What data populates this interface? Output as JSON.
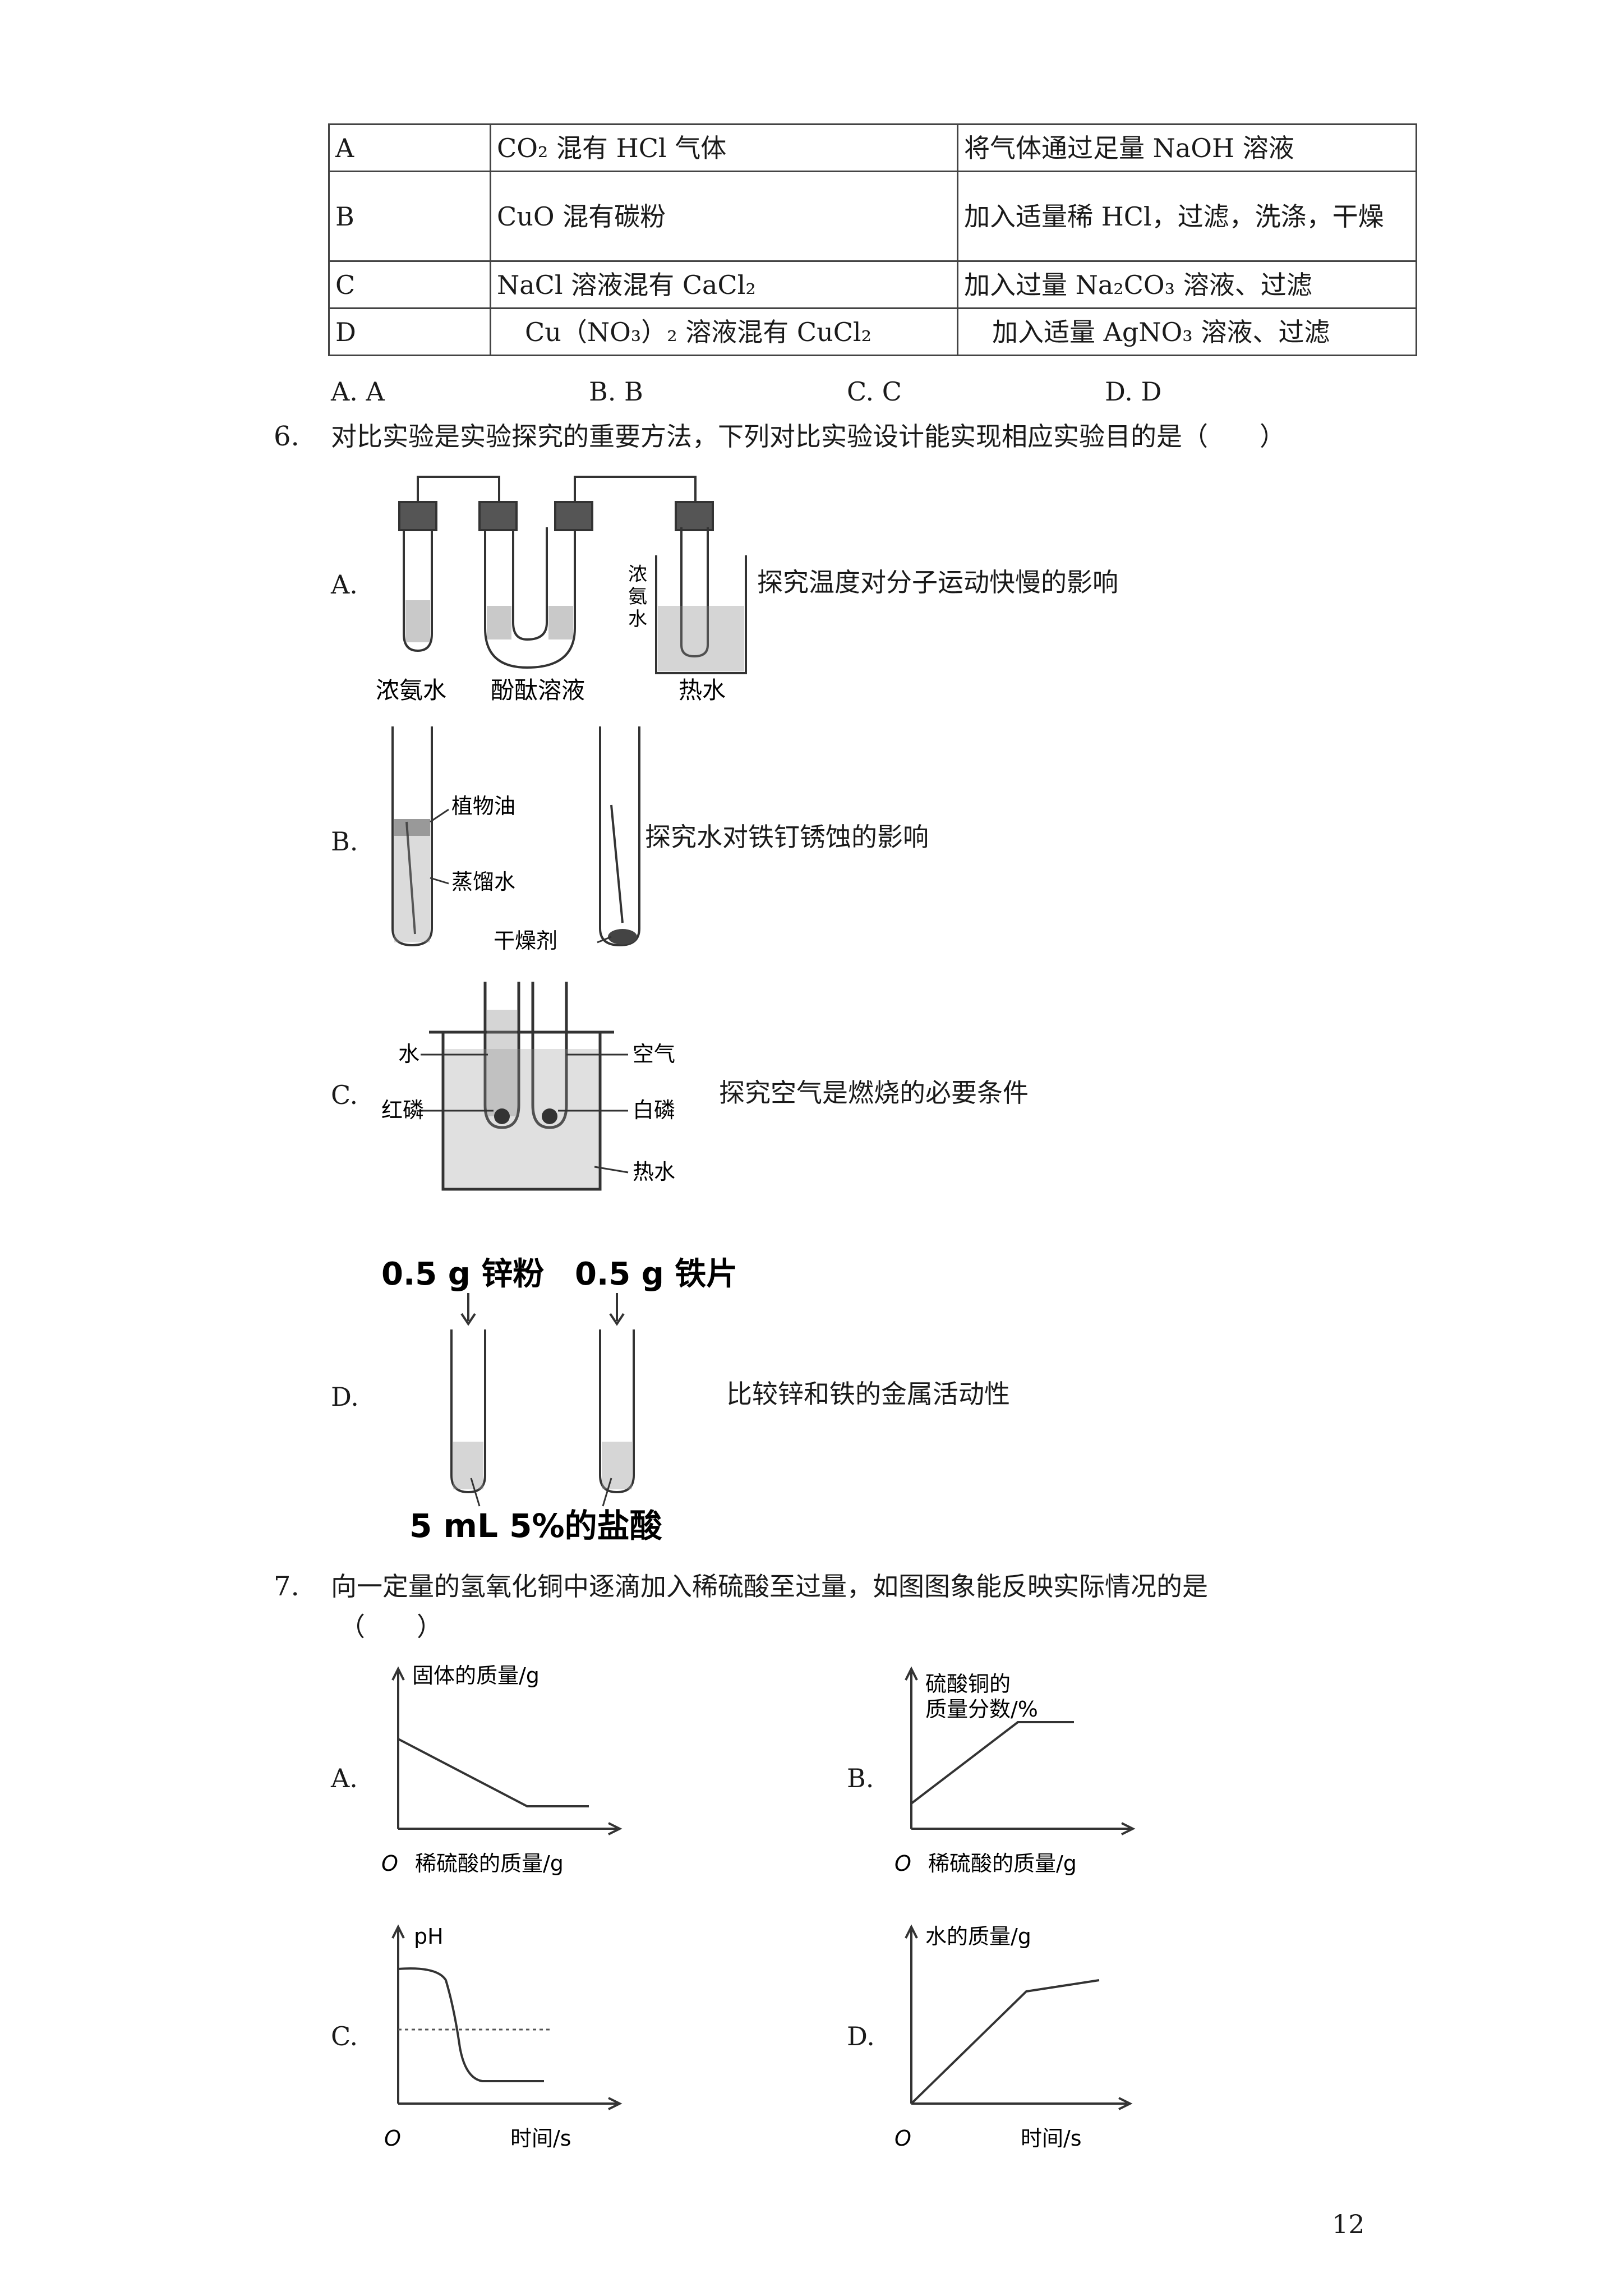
{
  "table": {
    "rows": [
      {
        "key": "A",
        "sub": "CO₂ 混有 HCl 气体",
        "method": "将气体通过足量 NaOH 溶液"
      },
      {
        "key": "B",
        "sub": "CuO 混有碳粉",
        "method": "加入适量稀 HCl，过滤，洗涤，干燥"
      },
      {
        "key": "C",
        "sub": "NaCl 溶液混有 CaCl₂",
        "method": "加入过量 Na₂CO₃ 溶液、过滤"
      },
      {
        "key": "D",
        "sub": "Cu（NO₃）₂ 溶液混有 CuCl₂",
        "method": "加入适量 AgNO₃ 溶液、过滤"
      }
    ]
  },
  "q5_options": [
    "A. A",
    "B. B",
    "C. C",
    "D. D"
  ],
  "q6": {
    "number": "6.",
    "stem": "对比实验是实验探究的重要方法，下列对比实验设计能实现相应实验目的是（　　）",
    "options": [
      {
        "label": "A.",
        "text": "探究温度对分子运动快慢的影响",
        "fig": [
          "浓氨水",
          "酚酞溶液",
          "热水",
          "浓",
          "氨",
          "水"
        ]
      },
      {
        "label": "B.",
        "text": "探究水对铁钉锈蚀的影响",
        "fig": [
          "植物油",
          "蒸馏水",
          "干燥剂"
        ]
      },
      {
        "label": "C.",
        "text": "探究空气是燃烧的必要条件",
        "fig": [
          "水",
          "红磷",
          "空气",
          "白磷",
          "热水"
        ]
      },
      {
        "label": "D.",
        "text": "比较锌和铁的金属活动性",
        "fig": [
          "0.5 g 锌粉",
          "0.5 g 铁片",
          "5 mL 5%的盐酸"
        ]
      }
    ]
  },
  "q7": {
    "number": "7.",
    "stem": "向一定量的氢氧化铜中逐滴加入稀硫酸至过量，如图图象能反映实际情况的是",
    "stem2": "（　　）",
    "options": [
      {
        "label": "A.",
        "ylabel": "固体的质量/g",
        "xlabel": "稀硫酸的质量/g",
        "origin": "O"
      },
      {
        "label": "B.",
        "ylabel": "硫酸铜的",
        "ylabel2": "质量分数/%",
        "xlabel": "稀硫酸的质量/g",
        "origin": "O"
      },
      {
        "label": "C.",
        "ylabel": "pH",
        "xlabel": "时间/s",
        "origin": "O"
      },
      {
        "label": "D.",
        "ylabel": "水的质量/g",
        "xlabel": "时间/s",
        "origin": "O"
      }
    ]
  },
  "page_number": "12"
}
